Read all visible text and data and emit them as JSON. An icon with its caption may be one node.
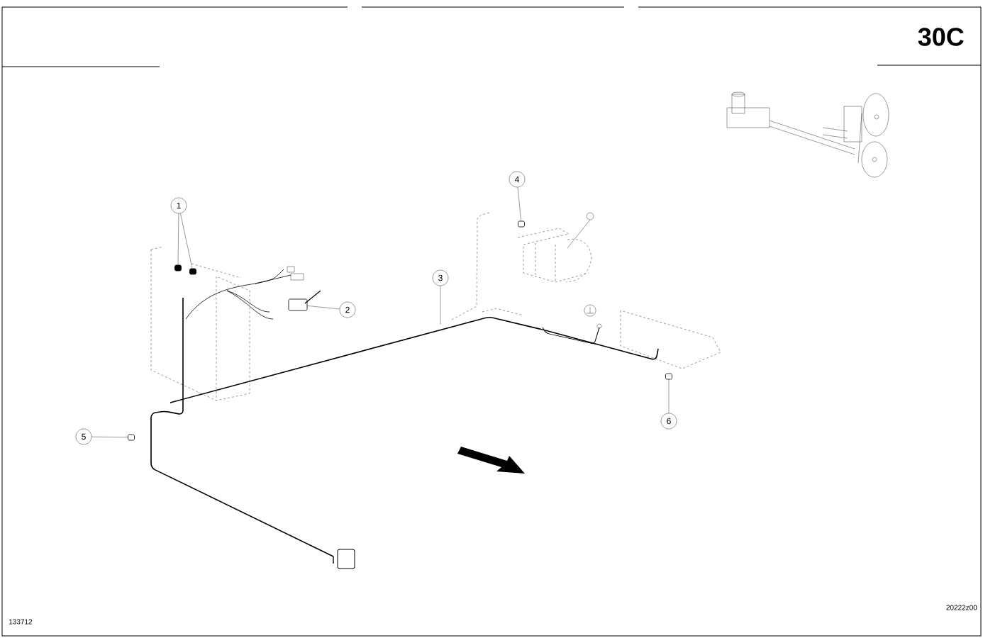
{
  "diagram": {
    "nodes": [
      {
        "text": [
          "1"
        ]
      },
      {
        "text": [],
        "shape": "box"
      },
      {
        "text": [],
        "shape": "box"
      },
      {
        "text": [
          "2"
        ]
      },
      {
        "text": [],
        "shape": "box"
      },
      {
        "text": [
          "3"
        ]
      },
      {
        "text": [
          "4"
        ]
      },
      {
        "text": [],
        "shape": "box"
      },
      {
        "text": [
          "5"
        ]
      },
      {
        "text": [],
        "shape": "box"
      },
      {
        "text": [
          "6"
        ]
      },
      {
        "text": [],
        "shape": "box"
      }
    ],
    "edges": [
      {
        "from": 0,
        "to": 1,
        "arrow": "none"
      },
      {
        "from": 0,
        "to": 2,
        "arrow": "none"
      },
      {
        "from": 3,
        "to": 4,
        "arrow": "none"
      },
      {
        "from": 5,
        "to": null,
        "arrow": "none"
      },
      {
        "from": 6,
        "to": 7,
        "arrow": "none"
      },
      {
        "from": 8,
        "to": 9,
        "arrow": "none"
      },
      {
        "from": 10,
        "to": 11,
        "arrow": "none"
      }
    ],
    "labels": [
      "30C",
      "133712",
      "20222z00"
    ]
  }
}
